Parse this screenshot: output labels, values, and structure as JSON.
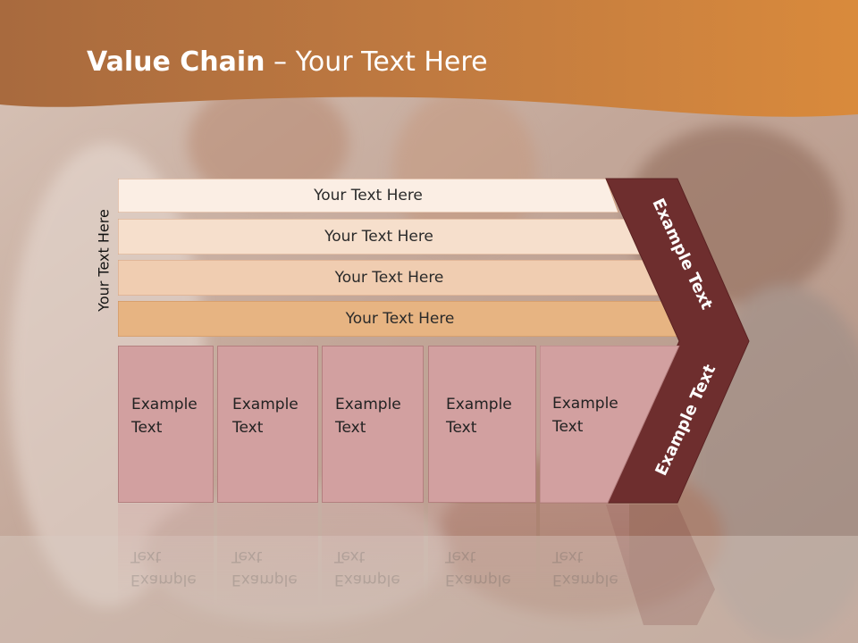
{
  "title": {
    "bold": "Value Chain",
    "rest": " – Your Text Here"
  },
  "side_label": "Your Text Here",
  "bars": [
    {
      "label": "Your Text Here",
      "color": "#fbeee4"
    },
    {
      "label": "Your Text Here",
      "color": "#f6dfcc"
    },
    {
      "label": "Your Text Here",
      "color": "#f0cdb1"
    },
    {
      "label": "Your Text Here",
      "color": "#e7b482"
    }
  ],
  "columns": [
    {
      "line1": "Example",
      "line2": "Text"
    },
    {
      "line1": "Example",
      "line2": "Text"
    },
    {
      "line1": "Example",
      "line2": "Text"
    },
    {
      "line1": "Example",
      "line2": "Text"
    },
    {
      "line1": "Example",
      "line2": "Text"
    }
  ],
  "chevron": {
    "upper": "Example Text",
    "lower": "Example Text",
    "color": "#6e2e2e"
  },
  "colors": {
    "header": "#c87a3a",
    "column": "#d2a0a0"
  }
}
